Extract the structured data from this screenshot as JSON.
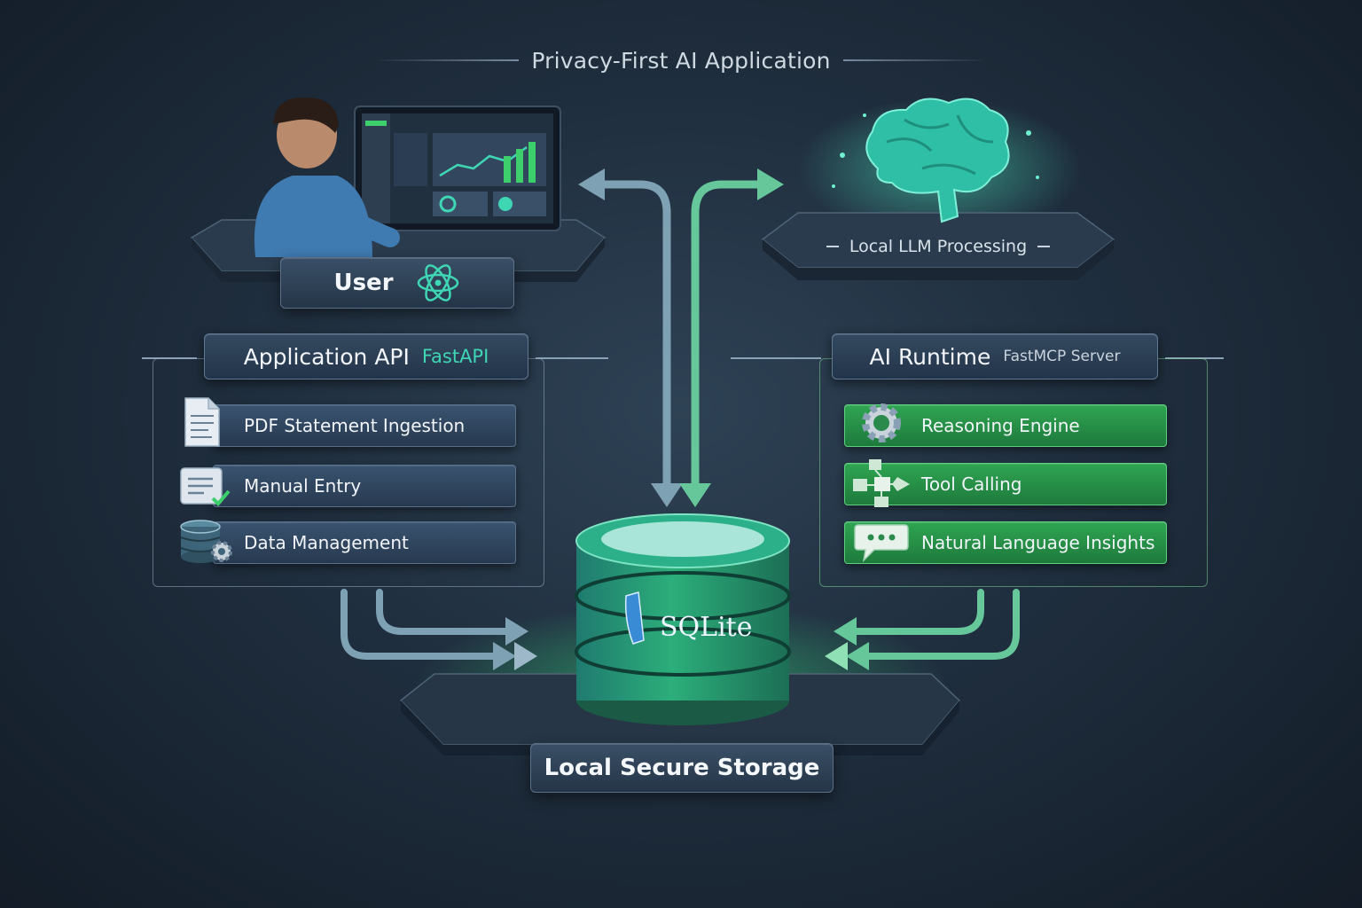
{
  "title": "Privacy-First AI Application",
  "user": {
    "label": "User",
    "icon": "atom-icon"
  },
  "llm": {
    "label": "Local LLM Processing",
    "icon": "brain-icon"
  },
  "app_api": {
    "title": "Application API",
    "framework": "FastAPI",
    "items": [
      {
        "label": "PDF Statement Ingestion",
        "icon": "document-icon"
      },
      {
        "label": "Manual Entry",
        "icon": "form-check-icon"
      },
      {
        "label": "Data Management",
        "icon": "database-gear-icon"
      }
    ]
  },
  "ai_runtime": {
    "title": "AI Runtime",
    "server": "FastMCP Server",
    "items": [
      {
        "label": "Reasoning Engine",
        "icon": "gear-icon"
      },
      {
        "label": "Tool Calling",
        "icon": "flow-icon"
      },
      {
        "label": "Natural Language Insights",
        "icon": "chat-icon"
      }
    ]
  },
  "database": {
    "name": "SQLite",
    "icon": "sqlite-logo"
  },
  "storage": {
    "label": "Local Secure Storage"
  },
  "colors": {
    "accent_green": "#3ccf6b",
    "accent_teal": "#3fd6b4",
    "background": "#1f2e3e"
  }
}
